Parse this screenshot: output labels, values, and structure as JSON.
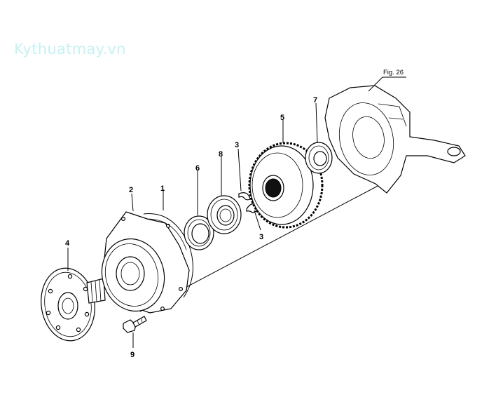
{
  "watermark": "Kythuatmay.vn",
  "figure_ref": "Fig. 26",
  "callouts": {
    "p1": "1",
    "p2": "2",
    "p3a": "3",
    "p3b": "3",
    "p4": "4",
    "p5": "5",
    "p6": "6",
    "p7": "7",
    "p8": "8",
    "p9": "9"
  }
}
